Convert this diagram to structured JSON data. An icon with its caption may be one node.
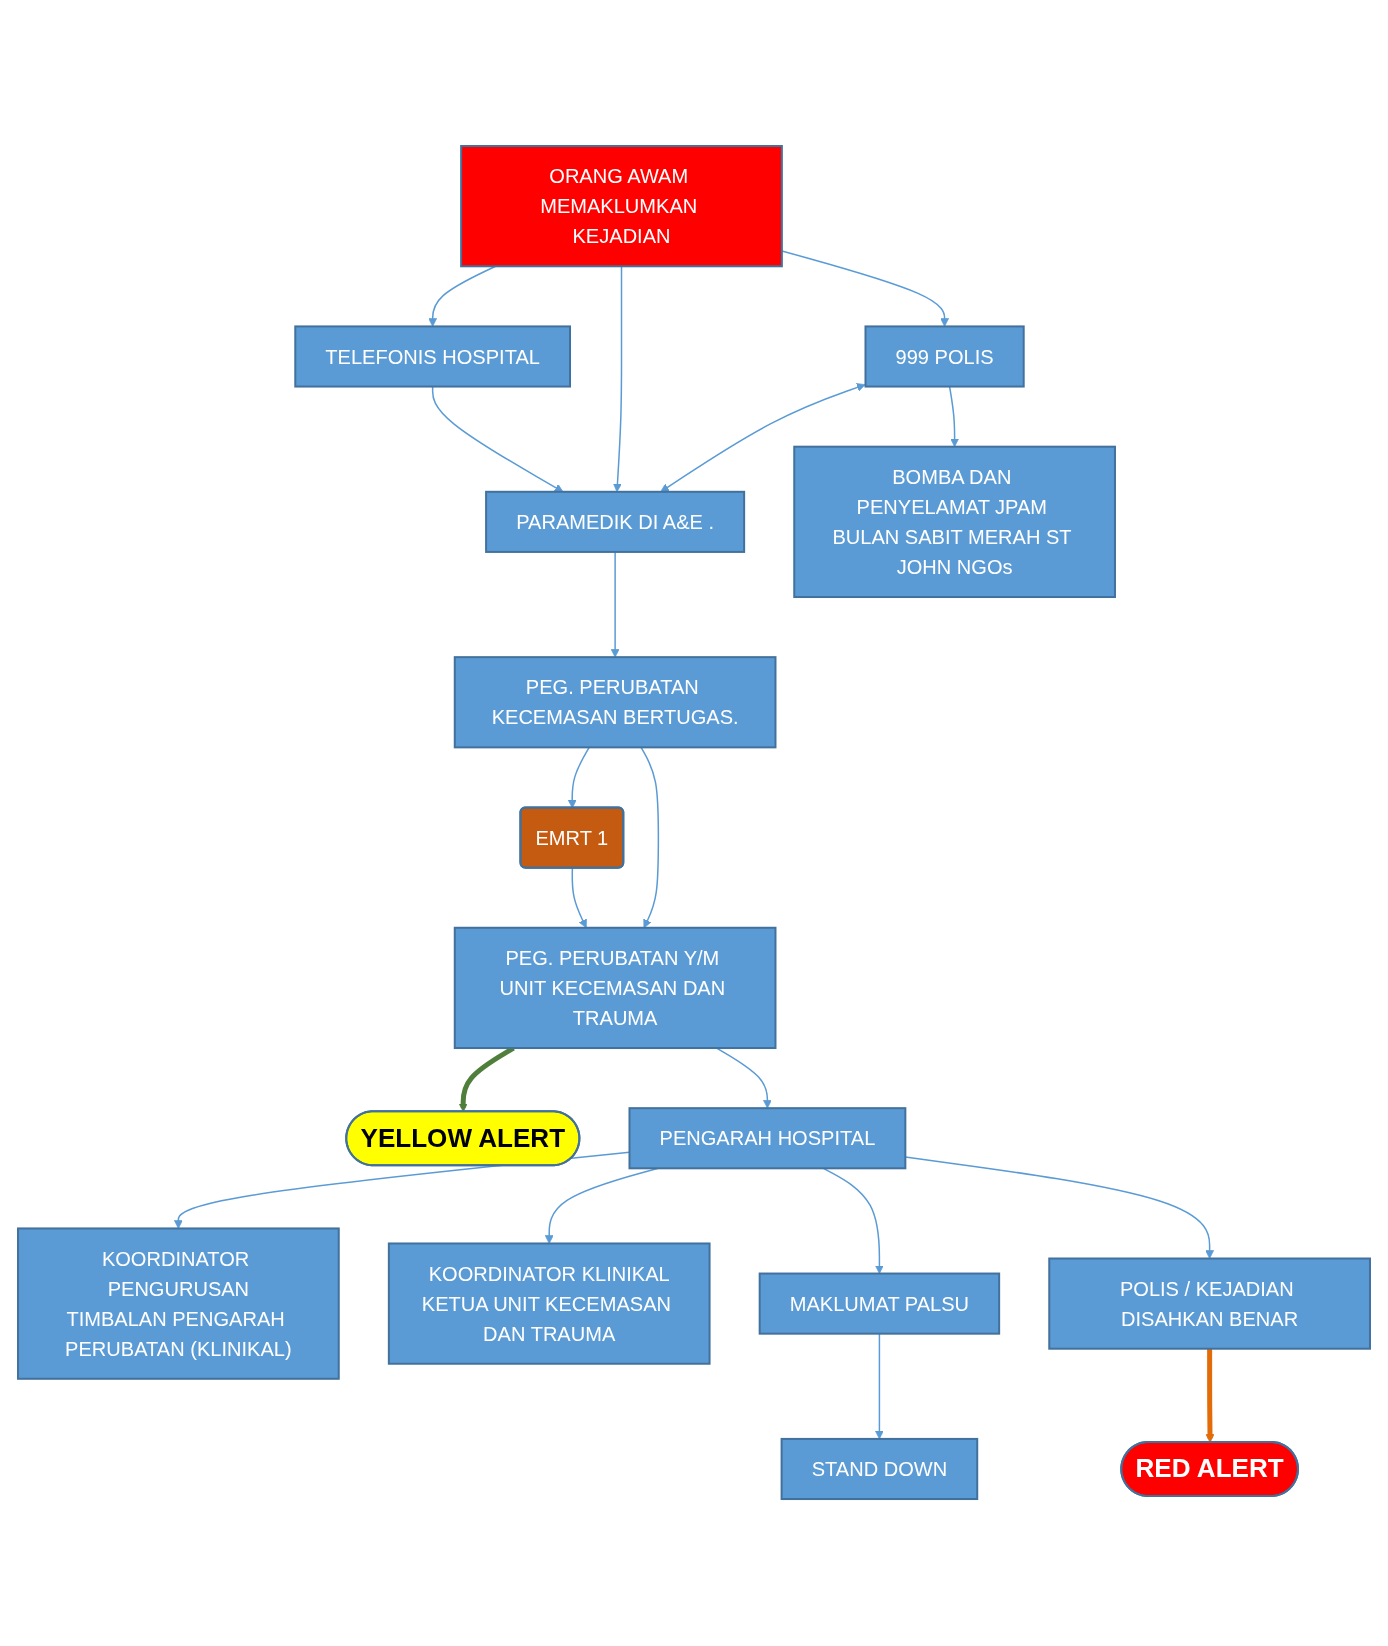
{
  "diagram": {
    "nodes": [
      {
        "text": [
          "ORANG AWAM MEMAKLUMKAN KEJADIAN"
        ]
      },
      {
        "text": [
          "TELEFONIS HOSPITAL"
        ]
      },
      {
        "text": [
          "999 POLIS"
        ]
      },
      {
        "text": [
          "PARAMEDIK DI A&E ."
        ]
      },
      {
        "text": [
          "PEG. PERUBATAN KECEMASAN BERTUGAS."
        ]
      },
      {
        "text": [
          "EMRT 1"
        ]
      },
      {
        "text": [
          "BOMBA DAN PENYELAMAT JPAM BULAN SABIT MERAH ST JOHN NGOs"
        ]
      },
      {
        "text": [
          "YELLOW ALERT"
        ]
      },
      {
        "text": [
          "PEG. PERUBATAN Y/M UNIT KECEMASAN DAN TRAUMA"
        ]
      },
      {
        "text": [
          "PENGARAH HOSPITAL"
        ]
      },
      {
        "text": [
          "KOORDINATOR PENGURUSAN",
          "TIMBALAN PENGARAH PERUBATAN (KLINIKAL)"
        ]
      },
      {
        "text": [
          "KOORDINATOR KLINIKAL",
          "KETUA UNIT KECEMASAN DAN TRAUMA"
        ]
      },
      {
        "text": [
          "MAKLUMAT PALSU"
        ]
      },
      {
        "text": [
          "POLIS / KEJADIAN DISAHKAN BENAR"
        ]
      },
      {
        "text": [
          "STAND DOWN"
        ]
      },
      {
        "text": [
          "RED ALERT"
        ]
      }
    ],
    "edges": [
      {
        "from": 0,
        "to": 1,
        "arrow": "to"
      },
      {
        "from": 0,
        "to": 3,
        "arrow": "to"
      },
      {
        "from": 0,
        "to": 2,
        "arrow": "to"
      },
      {
        "from": 2,
        "to": 3,
        "arrow": "both"
      },
      {
        "from": 1,
        "to": 3,
        "arrow": "to"
      },
      {
        "from": 3,
        "to": 4,
        "arrow": "to"
      },
      {
        "from": 2,
        "to": 6,
        "arrow": "to"
      },
      {
        "from": 4,
        "to": 5,
        "arrow": "to"
      },
      {
        "from": 5,
        "to": 8,
        "arrow": "to"
      },
      {
        "from": 4,
        "to": 8,
        "arrow": "to"
      },
      {
        "from": 8,
        "to": 7,
        "arrow": "to",
        "style": "thick",
        "color": "#4f7f3a"
      },
      {
        "from": 8,
        "to": 9,
        "arrow": "to"
      },
      {
        "from": 9,
        "to": 10,
        "arrow": "to"
      },
      {
        "from": 9,
        "to": 11,
        "arrow": "to"
      },
      {
        "from": 9,
        "to": 12,
        "arrow": "to"
      },
      {
        "from": 9,
        "to": 13,
        "arrow": "to"
      },
      {
        "from": 12,
        "to": 14,
        "arrow": "to"
      },
      {
        "from": 13,
        "to": 15,
        "arrow": "to",
        "style": "thick",
        "color": "#e36c09"
      }
    ]
  }
}
